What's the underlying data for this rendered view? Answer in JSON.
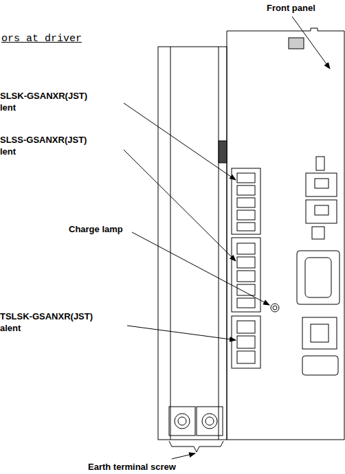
{
  "diagram": {
    "title": "ors at driver",
    "labels": [
      "Front panel",
      "SLSK-GSANXR(JST)",
      "lent",
      "SLSS-GSANXR(JST)",
      "lent",
      "Charge lamp",
      "TSLSK-GSANXR(JST)",
      "alent",
      "Earth terminal screw"
    ]
  }
}
